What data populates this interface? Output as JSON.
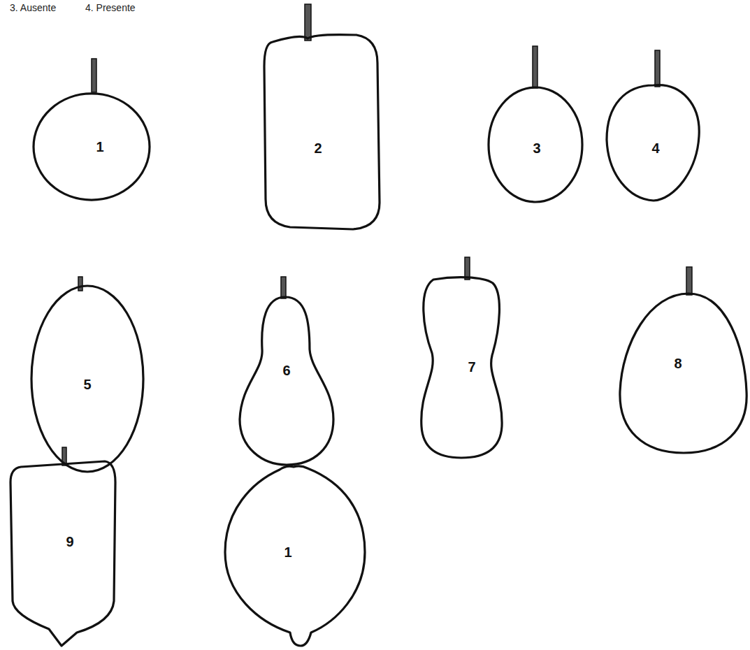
{
  "diagram": {
    "nodes": [
      {
        "text": [
          "1"
        ]
      },
      {
        "text": [
          "2"
        ]
      },
      {
        "text": [
          "3"
        ]
      },
      {
        "text": [
          "4"
        ]
      },
      {
        "text": [
          "5"
        ]
      },
      {
        "text": [
          "6"
        ]
      },
      {
        "text": [
          "7"
        ]
      },
      {
        "text": [
          "8"
        ]
      },
      {
        "text": [
          "9"
        ]
      },
      {
        "text": [
          "1"
        ]
      }
    ],
    "labels": [
      "3. Ausente",
      "4. Presente"
    ]
  }
}
